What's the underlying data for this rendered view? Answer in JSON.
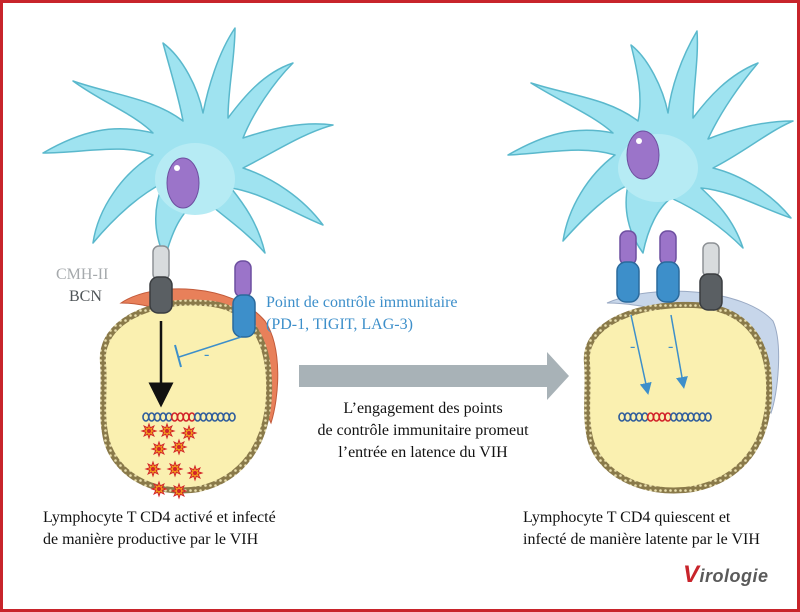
{
  "labels": {
    "mhc": "CMH-II",
    "tcr": "BCN",
    "checkpoint_title": "Point de contrôle immunitaire",
    "checkpoint_list": "(PD-1, TIGIT, LAG-3)",
    "inhibit_sign": "-",
    "inhibit_sign_right1": "-",
    "inhibit_sign_right2": "-"
  },
  "middle_caption": {
    "line1": "L’engagement des points",
    "line2": "de contrôle immunitaire promeut",
    "line3": "l’entrée en latence du VIH"
  },
  "left_caption": {
    "line1": "Lymphocyte T CD4 activé et infecté",
    "line2": "de manière productive par le VIH"
  },
  "right_caption": {
    "line1": "Lymphocyte T CD4 quiescent et",
    "line2": "infecté de manière latente par le VIH"
  },
  "logo": {
    "initial": "V",
    "rest": "irologie"
  },
  "colors": {
    "frame": "#c8242b",
    "dendritic": "#9fe3f0",
    "nucleus": "#9b74c9",
    "cell_body": "#faf0b0",
    "left_cap": "#e8805a",
    "right_cap": "#c7d6ea",
    "checkpoint_blue": "#3d8fca",
    "checkpoint_purple": "#9b74c9",
    "mhc_gray": "#a5a9ac",
    "tcr_dark": "#5a5f63",
    "arrow_gray": "#a8b2b7",
    "dna_red": "#d2232a",
    "dna_blue": "#2f5d9c",
    "virus": "#f3a21b"
  }
}
